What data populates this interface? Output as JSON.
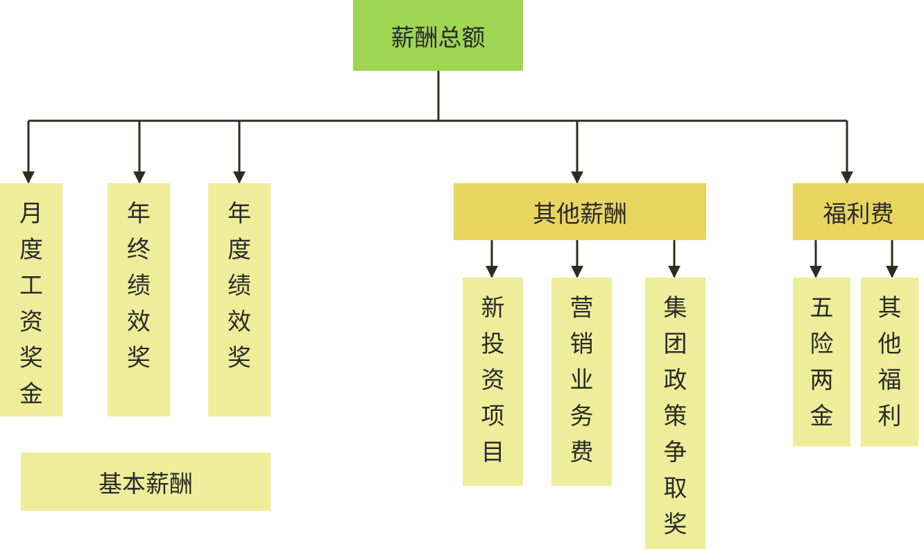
{
  "diagram": {
    "colors": {
      "root_fill": "#9ed653",
      "category_fill": "#e8d560",
      "item_fill": "#eeee9a",
      "connector": "#2d2d1e"
    },
    "nodes": {
      "root": "薪酬总额",
      "monthly_salary_bonus": "月度工资奖金",
      "year_end_performance_bonus": "年终绩效奖",
      "annual_performance_bonus": "年度绩效奖",
      "other_compensation": "其他薪酬",
      "welfare_expenses": "福利费",
      "new_investment_project": "新投资项目",
      "marketing_business_fee": "营销业务费",
      "group_policy_award": "集团政策争取奖",
      "social_insurance_housing_fund": "五险两金",
      "other_welfare": "其他福利",
      "basic_compensation": "基本薪酬"
    },
    "edges": [
      [
        "root",
        "monthly_salary_bonus"
      ],
      [
        "root",
        "year_end_performance_bonus"
      ],
      [
        "root",
        "annual_performance_bonus"
      ],
      [
        "root",
        "other_compensation"
      ],
      [
        "root",
        "welfare_expenses"
      ],
      [
        "other_compensation",
        "new_investment_project"
      ],
      [
        "other_compensation",
        "marketing_business_fee"
      ],
      [
        "other_compensation",
        "group_policy_award"
      ],
      [
        "welfare_expenses",
        "social_insurance_housing_fund"
      ],
      [
        "welfare_expenses",
        "other_welfare"
      ]
    ]
  }
}
